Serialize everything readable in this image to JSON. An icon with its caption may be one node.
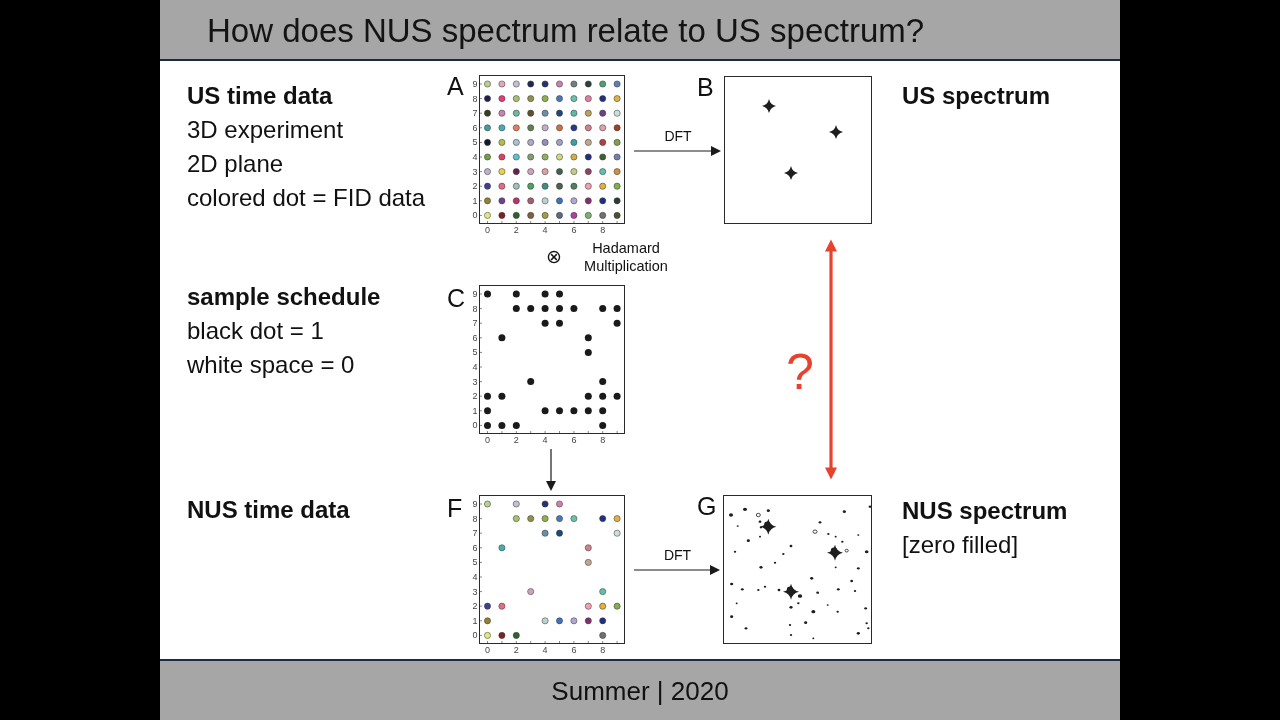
{
  "diagram": {
    "title": "How does NUS spectrum relate to US spectrum?",
    "nodes": [
      {
        "text": [
          "A"
        ],
        "beside": [
          "US time data",
          "3D experiment",
          "2D plane",
          "colored dot = FID data"
        ]
      },
      {
        "text": [
          "B"
        ],
        "beside": [
          "US spectrum"
        ]
      },
      {
        "text": [
          "C"
        ],
        "beside": [
          "sample schedule",
          "black dot = 1",
          "white space = 0"
        ]
      },
      {
        "text": [
          "F"
        ]
      },
      {
        "text": [
          "G"
        ],
        "beside": [
          "NUS spectrum",
          "[zero filled]"
        ]
      }
    ],
    "edges": [
      {
        "from": 0,
        "to": 1,
        "arrow": "to",
        "label": "DFT"
      },
      {
        "from": 2,
        "to": 3,
        "arrow": "to"
      },
      {
        "from": 3,
        "to": 4,
        "arrow": "to",
        "label": "DFT"
      },
      {
        "from": 1,
        "to": 4,
        "arrow": "both",
        "label": "?",
        "style": "thick",
        "color": "#e8412c"
      }
    ],
    "labels": [
      "9",
      "8",
      "7",
      "6",
      "5",
      "4",
      "3",
      "2",
      "1",
      "0",
      "0",
      "2",
      "4",
      "6",
      "8",
      "⊗",
      "Hadamard Multiplication",
      "9",
      "8",
      "7",
      "6",
      "5",
      "4",
      "3",
      "2",
      "1",
      "0",
      "0",
      "2",
      "4",
      "6",
      "8",
      "NUS time data",
      "9",
      "8",
      "7",
      "6",
      "5",
      "4",
      "3",
      "2",
      "1",
      "0",
      "0",
      "2",
      "4",
      "6",
      "8",
      "Summer | 2020"
    ]
  }
}
